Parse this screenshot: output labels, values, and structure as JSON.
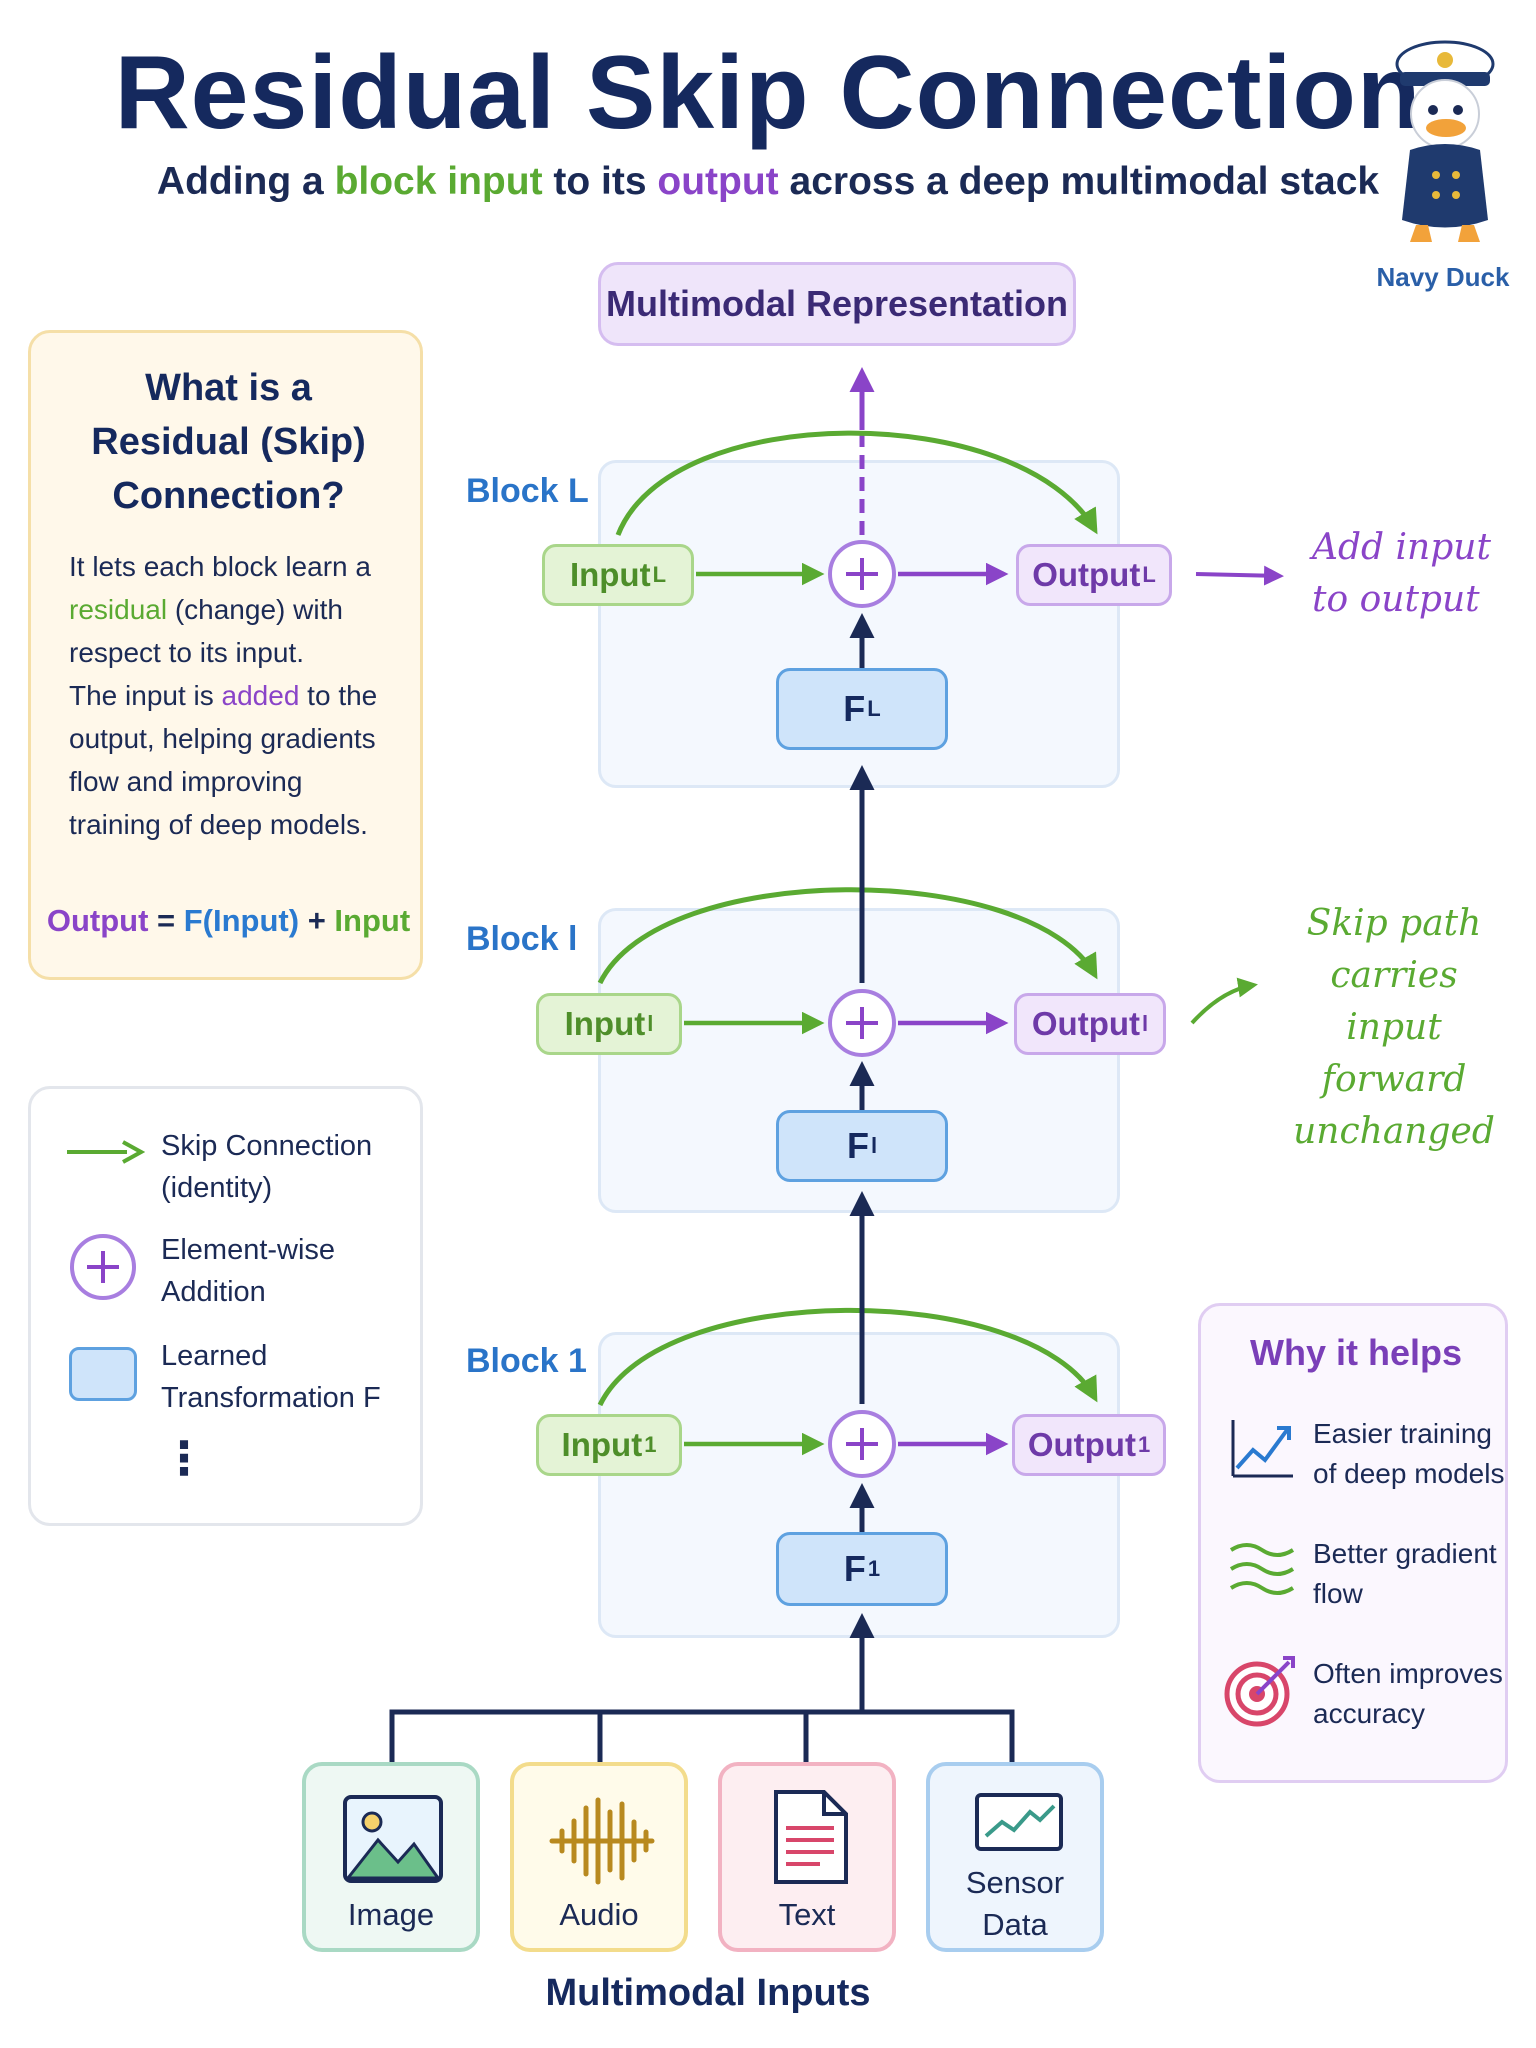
{
  "header": {
    "title": "Residual Skip Connection",
    "subtitle_parts": [
      "Adding a ",
      "block input",
      " to its ",
      "output",
      " across a deep multimodal stack"
    ]
  },
  "mascot": {
    "label": "Navy Duck"
  },
  "info": {
    "title_lines": [
      "What is a",
      "Residual (Skip)",
      "Connection?"
    ],
    "body": {
      "l1": "It lets each block learn a",
      "l2_hl": "residual",
      "l2_rest": " (change) with",
      "l3": "respect to its input.",
      "l4_pre": "The input is ",
      "l4_hl": "added",
      "l4_post": " to the",
      "l5": "output, helping gradients",
      "l6": "flow and improving",
      "l7": "training of deep models."
    },
    "formula": {
      "output": "Output",
      "eq": " = ",
      "f": "F(Input)",
      "plus": " + ",
      "input": "Input"
    }
  },
  "legend": {
    "skip": [
      "Skip Connection",
      "(identity)"
    ],
    "add": [
      "Element-wise",
      "Addition"
    ],
    "learned": [
      "Learned",
      "Transformation F"
    ],
    "more": "⋮"
  },
  "top_node": "Multimodal Representation",
  "blocks": {
    "L": {
      "label": "Block L",
      "input": "Input",
      "output": "Output",
      "f": "F",
      "sub": "L"
    },
    "l": {
      "label": "Block l",
      "input": "Input",
      "output": "Output",
      "f": "F",
      "sub": "l"
    },
    "one": {
      "label": "Block 1",
      "input": "Input",
      "output": "Output",
      "f": "F",
      "sub": "1"
    }
  },
  "annotations": {
    "add": [
      "Add input",
      "to output"
    ],
    "skip": [
      "Skip path",
      "carries input",
      "forward",
      "unchanged"
    ]
  },
  "why": {
    "title": "Why it helps",
    "items": [
      {
        "icon": "line-chart-icon",
        "lines": [
          "Easier training",
          "of deep models"
        ]
      },
      {
        "icon": "wave-flow-icon",
        "lines": [
          "Better gradient",
          "flow"
        ]
      },
      {
        "icon": "target-icon",
        "lines": [
          "Often improves",
          "accuracy"
        ]
      }
    ]
  },
  "inputs": {
    "label": "Multimodal Inputs",
    "cards": [
      {
        "name": "Image",
        "lines": [
          "Image"
        ],
        "icon": "image-icon"
      },
      {
        "name": "Audio",
        "lines": [
          "Audio"
        ],
        "icon": "audio-wave-icon"
      },
      {
        "name": "Text",
        "lines": [
          "Text"
        ],
        "icon": "document-icon"
      },
      {
        "name": "Sensor Data",
        "lines": [
          "Sensor",
          "Data"
        ],
        "icon": "sensor-chart-icon"
      }
    ]
  },
  "colors": {
    "navy": "#15295e",
    "green": "#5aaa32",
    "purple": "#8a44c8",
    "blue": "#2a7ad0",
    "image_card": "#a9d9c4",
    "audio_card": "#f3dc8c",
    "text_card": "#f2b2c2",
    "sensor_card": "#a8cdef"
  }
}
